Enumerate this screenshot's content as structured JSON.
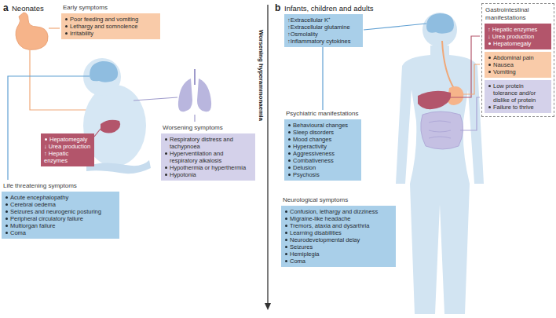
{
  "diagram": {
    "nodes": [
      {
        "text": [
          "Early symptoms",
          "Poor feeding and vomiting",
          "Lethargy and somnolence",
          "Irritability"
        ]
      },
      {
        "text": [
          "Hepatomegaly",
          "↓ Urea production",
          "↑ Hepatic enzymes"
        ]
      },
      {
        "text": [
          "Worsening symptoms",
          "Respiratory distress and tachypnoea",
          "Hyperventilation and respiratory alkalosis",
          "Hypothermia or hyperthermia",
          "Hypotonia"
        ]
      },
      {
        "text": [
          "Life threatening symptoms",
          "Acute encephalopathy",
          "Cerebral oedema",
          "Seizures and neurogenic posturing",
          "Peripheral circulatory failure",
          "Multiorgan failure",
          "Coma"
        ]
      },
      {
        "text": [
          "↑Extracellular K⁺",
          "↑Extracellular glutamine",
          "↑Osmolality",
          "↑Inflammatory cytokines"
        ]
      },
      {
        "text": [
          "Psychiatric manifestations",
          "Behavioural changes",
          "Sleep disorders",
          "Mood changes",
          "Hyperactivity",
          "Aggressiveness",
          "Combativeness",
          "Delusion",
          "Psychosis"
        ]
      },
      {
        "text": [
          "Neurological symptoms",
          "Confusion, lethargy and dizziness",
          "Migraine-like headache",
          "Tremors, ataxia and dysarthria",
          "Learning disabilities",
          "Neurodevelopmental delay",
          "Seizures",
          "Hemiplegia",
          "Coma"
        ]
      },
      {
        "text": [
          "Gastrointestinal manifestations"
        ]
      },
      {
        "text": [
          "↑ Hepatic enzymes",
          "↓ Urea production",
          "Hepatomegaly"
        ],
        "in": 7
      },
      {
        "text": [
          "Abdominal pain",
          "Nausea",
          "Vomiting"
        ],
        "in": 7
      },
      {
        "text": [
          "Low protein tolerance and/or dislike of protein",
          "Failure to thrive"
        ],
        "in": 7
      }
    ],
    "edges": [
      {
        "from": 4,
        "to": 5,
        "arrow": "none"
      }
    ],
    "labels": [
      "a",
      "Neonates",
      "b",
      "Infants, children and adults",
      "Worsening hyperammonaemia"
    ]
  }
}
